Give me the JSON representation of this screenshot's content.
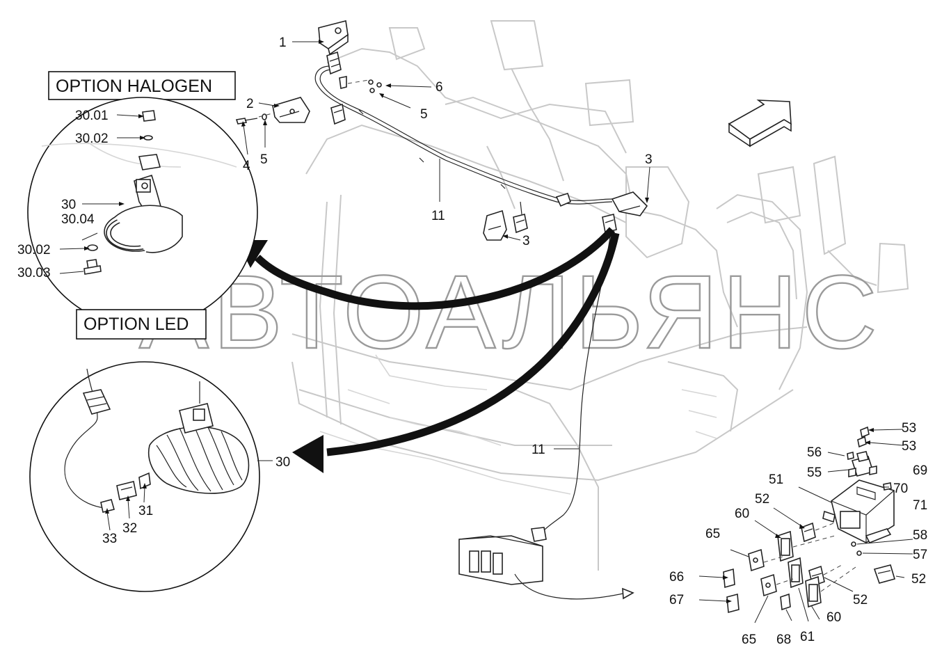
{
  "watermark": "АВТОАЛЬЯНС",
  "options": {
    "halogen": "OPTION HALOGEN",
    "led": "OPTION LED"
  },
  "callouts": {
    "c1": "1",
    "c2": "2",
    "c3a": "3",
    "c3b": "3",
    "c4": "4",
    "c5a": "5",
    "c5b": "5",
    "c6": "6",
    "c11a": "11",
    "c11b": "11",
    "c3001": "30.01",
    "c3002a": "30.02",
    "c3002b": "30.02",
    "c3003": "30.03",
    "c3004": "30.04",
    "c30a": "30",
    "c30b": "30",
    "c31": "31",
    "c32": "32",
    "c33": "33",
    "c51": "51",
    "c52a": "52",
    "c52b": "52",
    "c52c": "52",
    "c53a": "53",
    "c53b": "53",
    "c55": "55",
    "c56": "56",
    "c57": "57",
    "c58": "58",
    "c60a": "60",
    "c60b": "60",
    "c61": "61",
    "c65a": "65",
    "c65b": "65",
    "c66": "66",
    "c67": "67",
    "c68": "68",
    "c69": "69",
    "c70": "70",
    "c71": "71"
  },
  "icons": {
    "direction": "direction-arrow-icon"
  }
}
